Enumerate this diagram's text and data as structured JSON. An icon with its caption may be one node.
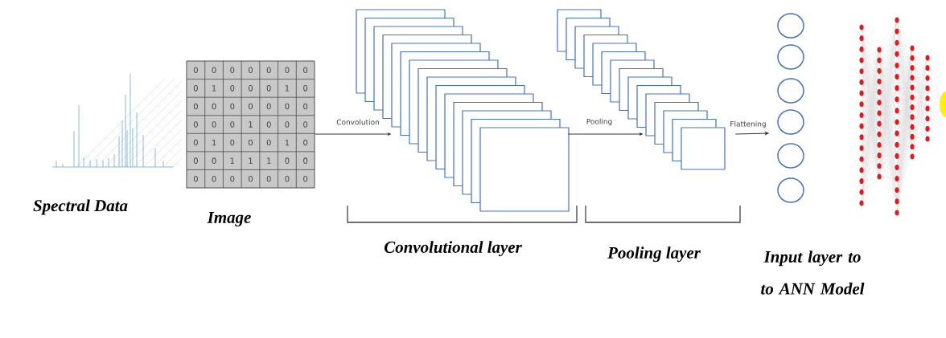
{
  "diagram": {
    "nodes": [
      {
        "text": [],
        "shape": "picture",
        "beside": [
          "Spectral Data"
        ]
      },
      {
        "text": [],
        "shape": "box",
        "beside": [
          "Image"
        ]
      },
      {
        "text": [],
        "shape": "box"
      },
      {
        "text": [],
        "shape": "box"
      },
      {
        "text": [],
        "shape": "circle"
      },
      {
        "text": [],
        "shape": "circle"
      },
      {
        "text": [],
        "shape": "circle"
      },
      {
        "text": [],
        "shape": "circle"
      },
      {
        "text": [],
        "shape": "circle"
      },
      {
        "text": [],
        "shape": "circle"
      },
      {
        "text": [],
        "shape": "picture"
      }
    ],
    "edges": [
      {
        "from": 1,
        "to": 2,
        "arrow": "to",
        "label": "Convolution"
      },
      {
        "from": 2,
        "to": 3,
        "arrow": "to",
        "label": "Pooling"
      },
      {
        "from": 3,
        "to": 7,
        "arrow": "to",
        "label": "Flattening"
      }
    ],
    "labels": [
      "0",
      "0",
      "0",
      "0",
      "0",
      "0",
      "0",
      "0",
      "1",
      "0",
      "0",
      "0",
      "1",
      "0",
      "0",
      "0",
      "0",
      "0",
      "0",
      "0",
      "0",
      "0",
      "0",
      "0",
      "1",
      "0",
      "0",
      "0",
      "0",
      "1",
      "0",
      "0",
      "0",
      "1",
      "0",
      "0",
      "0",
      "1",
      "1",
      "1",
      "0",
      "0",
      "0",
      "0",
      "0",
      "0",
      "0",
      "0",
      "0",
      "Convolutional layer",
      "Pooling layer",
      "Input layer to to ANN Model"
    ]
  }
}
